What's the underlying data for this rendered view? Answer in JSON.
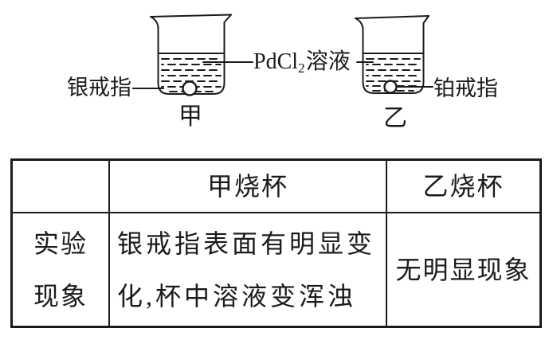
{
  "diagram": {
    "beaker_jia": {
      "caption": "甲",
      "ring_label": "银戒指",
      "ring_icon": "silver-ring"
    },
    "beaker_yi": {
      "caption": "乙",
      "ring_label": "铂戒指",
      "ring_icon": "platinum-ring"
    },
    "solution_label": {
      "formula_main": "PdCl",
      "formula_subscript": "2",
      "suffix": "溶液"
    }
  },
  "table": {
    "header": {
      "row_header_blank": "",
      "col_jia": "甲烧杯",
      "col_yi": "乙烧杯"
    },
    "row_label": {
      "line1": "实验",
      "line2": "现象"
    },
    "jia_result": {
      "line1": "银戒指表面有明显变",
      "line2": "化,杯中溶液变浑浊"
    },
    "yi_result": "无明显现象"
  },
  "colors": {
    "ink": "#1b1b1b",
    "background": "#ffffff"
  }
}
